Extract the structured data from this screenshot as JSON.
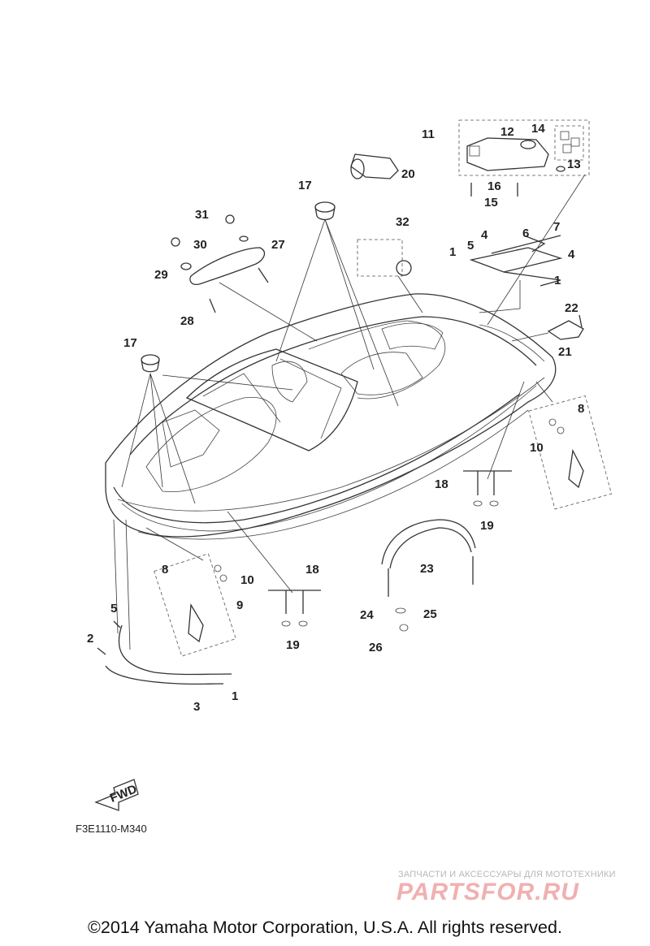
{
  "callouts": [
    {
      "id": "c11",
      "text": "11"
    },
    {
      "id": "c12",
      "text": "12"
    },
    {
      "id": "c14",
      "text": "14"
    },
    {
      "id": "c13",
      "text": "13"
    },
    {
      "id": "c16",
      "text": "16"
    },
    {
      "id": "c15",
      "text": "15"
    },
    {
      "id": "c20",
      "text": "20"
    },
    {
      "id": "c17a",
      "text": "17"
    },
    {
      "id": "c31",
      "text": "31"
    },
    {
      "id": "c30",
      "text": "30"
    },
    {
      "id": "c27",
      "text": "27"
    },
    {
      "id": "c29",
      "text": "29"
    },
    {
      "id": "c28",
      "text": "28"
    },
    {
      "id": "c32",
      "text": "32"
    },
    {
      "id": "c7",
      "text": "7"
    },
    {
      "id": "c6",
      "text": "6"
    },
    {
      "id": "c4a",
      "text": "4"
    },
    {
      "id": "c5",
      "text": "5"
    },
    {
      "id": "c1a",
      "text": "1"
    },
    {
      "id": "c4b",
      "text": "4"
    },
    {
      "id": "c1b",
      "text": "1"
    },
    {
      "id": "c22",
      "text": "22"
    },
    {
      "id": "c21",
      "text": "21"
    },
    {
      "id": "c17b",
      "text": "17"
    },
    {
      "id": "c8a",
      "text": "8"
    },
    {
      "id": "c10a",
      "text": "10"
    },
    {
      "id": "c18a",
      "text": "18"
    },
    {
      "id": "c19a",
      "text": "19"
    },
    {
      "id": "c23",
      "text": "23"
    },
    {
      "id": "c8b",
      "text": "8"
    },
    {
      "id": "c10b",
      "text": "10"
    },
    {
      "id": "c9",
      "text": "9"
    },
    {
      "id": "c18b",
      "text": "18"
    },
    {
      "id": "c19b",
      "text": "19"
    },
    {
      "id": "c24",
      "text": "24"
    },
    {
      "id": "c25",
      "text": "25"
    },
    {
      "id": "c26",
      "text": "26"
    },
    {
      "id": "c5b",
      "text": "5"
    },
    {
      "id": "c2",
      "text": "2"
    },
    {
      "id": "c1c",
      "text": "1"
    },
    {
      "id": "c3",
      "text": "3"
    }
  ],
  "fwd_label": "FWD",
  "diagram_code": "F3E1110-M340",
  "watermark": {
    "tagline": "ЗАПЧАСТИ И АКСЕССУАРЫ ДЛЯ МОТОТЕХНИКИ",
    "logo": "PARTSFOR.RU"
  },
  "copyright": "©2014 Yamaha Motor Corporation, U.S.A. All rights reserved."
}
